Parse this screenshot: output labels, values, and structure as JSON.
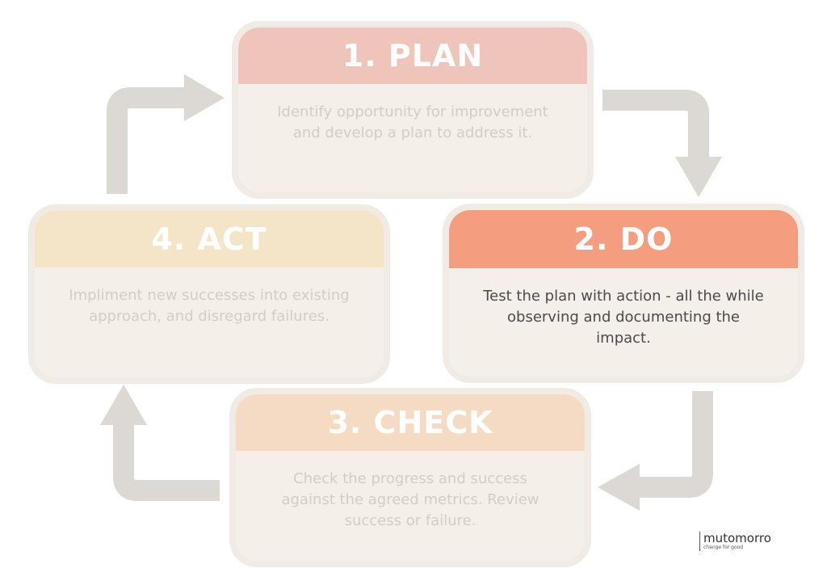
{
  "colors": {
    "plan_header": "#efc4bb",
    "do_header": "#f59d7f",
    "check_header": "#f5dbc4",
    "act_header": "#f5e5c8",
    "card_body": "#f4efe9",
    "arrow": "#dcd8d3",
    "muted_text": "#d4cdc6",
    "active_text": "#4a4a4a"
  },
  "steps": [
    {
      "title": "1. PLAN",
      "text": "Identify opportunity for improvement and develop a plan to address it."
    },
    {
      "title": "2. DO",
      "text": "Test the plan with action - all the while observing and documenting the impact."
    },
    {
      "title": "3. CHECK",
      "text": "Check the progress and success against the agreed metrics. Review success or failure."
    },
    {
      "title": "4. ACT",
      "text": "Impliment new successes into existing approach, and disregard failures."
    }
  ],
  "brand": {
    "name": "mutomorro",
    "tagline": "change for good"
  }
}
